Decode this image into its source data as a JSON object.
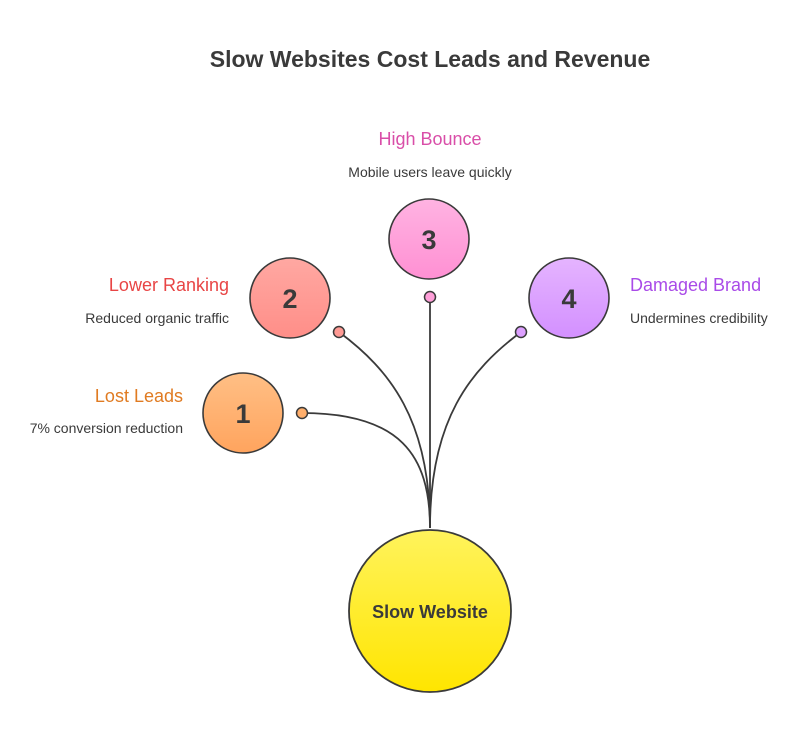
{
  "title": "Slow Websites Cost Leads and Revenue",
  "center": {
    "label": "Slow Website",
    "color": "#FFE921"
  },
  "items": [
    {
      "number": "1",
      "label": "Lost Leads",
      "description": "7% conversion reduction",
      "color": "#FFAE6B",
      "label_color": "#E07B22"
    },
    {
      "number": "2",
      "label": "Lower Ranking",
      "description": "Reduced organic traffic",
      "color": "#FF9A94",
      "label_color": "#E84545"
    },
    {
      "number": "3",
      "label": "High Bounce",
      "description": "Mobile users leave quickly",
      "color": "#FF9FD9",
      "label_color": "#D94EA8"
    },
    {
      "number": "4",
      "label": "Damaged Brand",
      "description": "Undermines credibility",
      "color": "#DDA0FF",
      "label_color": "#A94BE8"
    }
  ]
}
